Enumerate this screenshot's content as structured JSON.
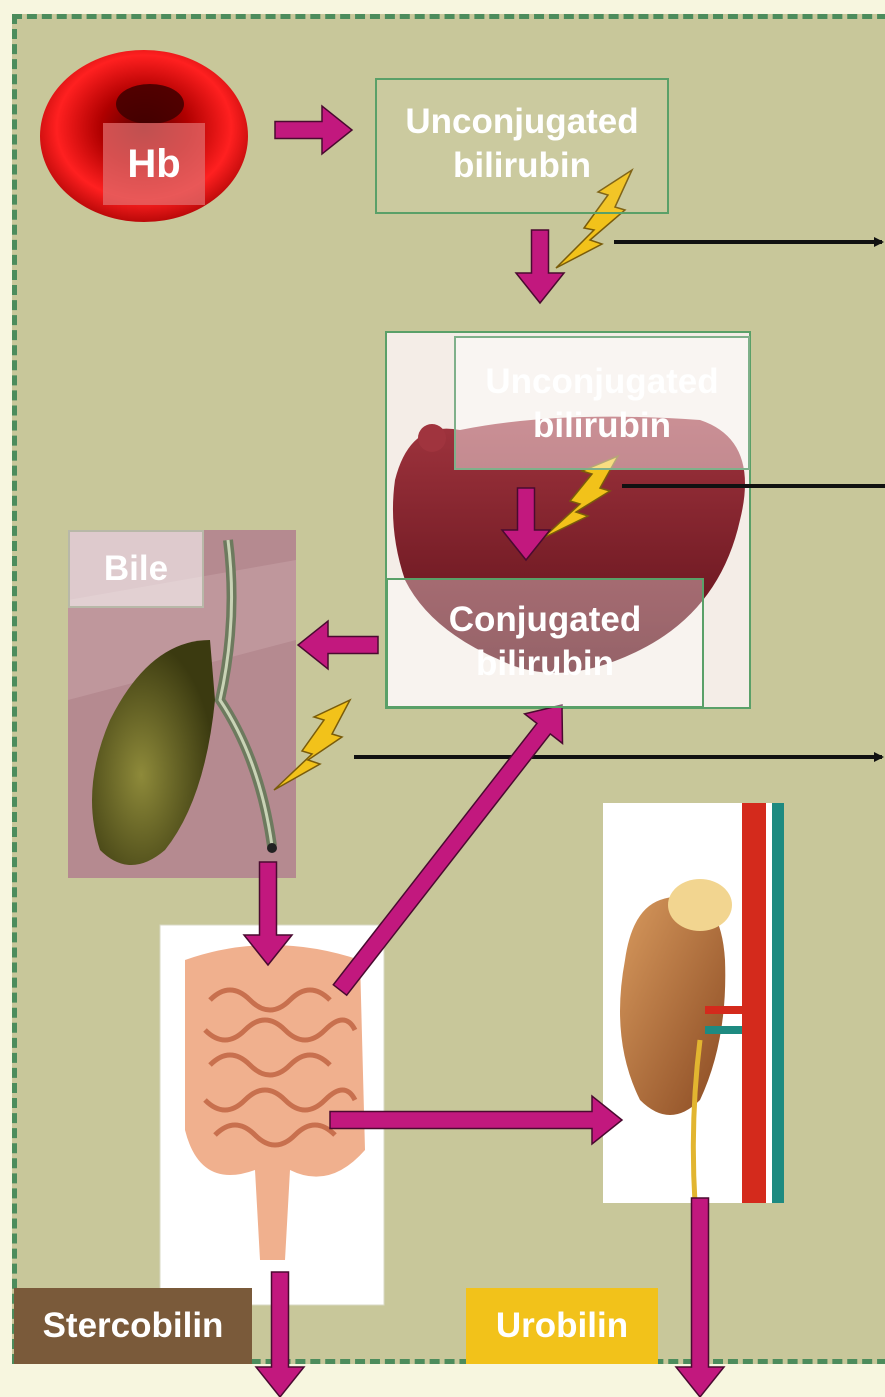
{
  "hb_label": "Hb",
  "unconjugated_top": [
    "Unconjugated",
    "bilirubin"
  ],
  "unconjugated_liver": [
    "Unconjugated",
    "bilirubin"
  ],
  "conjugated": [
    "Conjugated",
    "bilirubin"
  ],
  "bile_label": "Bile",
  "stercobilin_label": "Stercobilin",
  "urobilin_label": "Urobilin",
  "colors": {
    "background": "#c8c79a",
    "border": "#4c8c5c",
    "arrow": "#c2187e",
    "lightning": "#f2c21a",
    "stercobilin_box": "#7a5a3a",
    "urobilin_box": "#f2c21a"
  },
  "icons": [
    "red-blood-cell",
    "liver",
    "gallbladder",
    "small-intestine",
    "kidney",
    "lightning-bolt"
  ]
}
